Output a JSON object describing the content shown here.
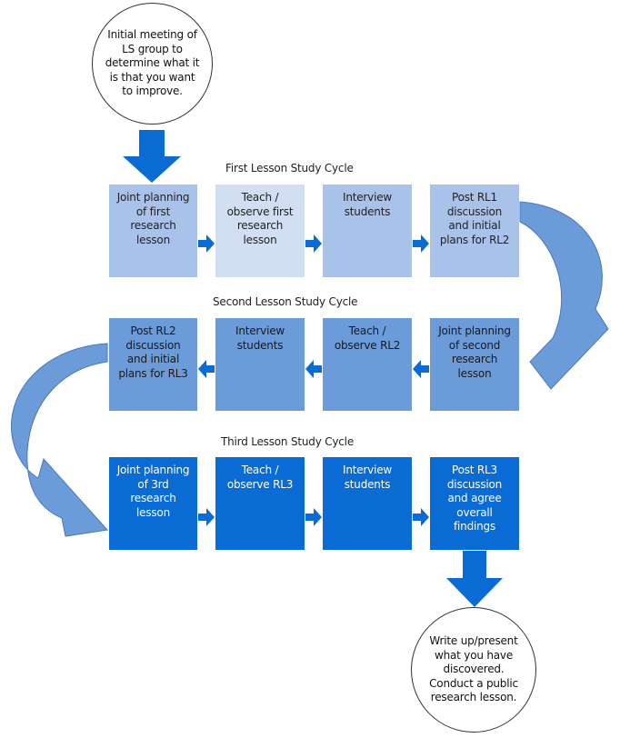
{
  "start_circle": "Initial meeting of LS group to determine what it is that you want to improve.",
  "end_circle": "Write up/present what you have discovered. Conduct a public research lesson.",
  "cycles": [
    {
      "title": "First Lesson Study Cycle",
      "steps": [
        "Joint planning of first research lesson",
        "Teach / observe first research lesson",
        "Interview students",
        "Post RL1 discussion and initial plans for RL2"
      ]
    },
    {
      "title": "Second Lesson Study Cycle",
      "steps": [
        "Post RL2 discussion and initial plans for RL3",
        "Interview students",
        "Teach / observe RL2",
        "Joint planning of second research lesson"
      ]
    },
    {
      "title": "Third Lesson Study Cycle",
      "steps": [
        "Joint planning of 3rd research lesson",
        "Teach / observe RL3",
        "Interview students",
        "Post RL3 discussion and agree overall findings"
      ]
    }
  ],
  "colors": {
    "cycle1": "#a9c2ea",
    "cycle1_highlight": "#d2def2",
    "cycle2": "#6b9bd9",
    "cycle3": "#0a6bd4",
    "arrow": "#0a6bd4",
    "curved_arrow": "#6b9bd9"
  }
}
